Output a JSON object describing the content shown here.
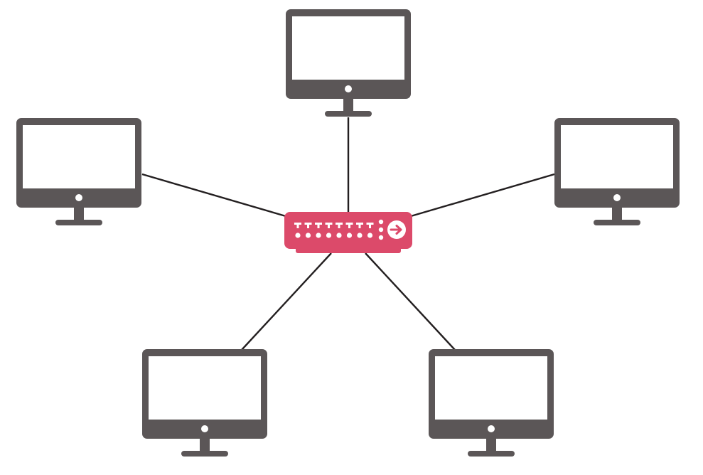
{
  "diagram": {
    "type": "star-network",
    "hub": {
      "kind": "network-switch",
      "ports": 8
    },
    "nodes": [
      {
        "kind": "computer-monitor",
        "position": "top"
      },
      {
        "kind": "computer-monitor",
        "position": "upper-left"
      },
      {
        "kind": "computer-monitor",
        "position": "upper-right"
      },
      {
        "kind": "computer-monitor",
        "position": "lower-left"
      },
      {
        "kind": "computer-monitor",
        "position": "lower-right"
      }
    ],
    "links": [
      {
        "from": "hub",
        "to": "top"
      },
      {
        "from": "hub",
        "to": "upper-left"
      },
      {
        "from": "hub",
        "to": "upper-right"
      },
      {
        "from": "hub",
        "to": "lower-left"
      },
      {
        "from": "hub",
        "to": "lower-right"
      }
    ]
  },
  "colors": {
    "monitor": "#5b5657",
    "screen": "#ffffff",
    "switch": "#dc4a6a",
    "switch_detail": "#ffffff",
    "link": "#231f20",
    "background": "#ffffff"
  },
  "icons": {
    "monitor": "computer-monitor-icon",
    "switch": "network-switch-icon",
    "arrow": "arrow-right-icon"
  }
}
